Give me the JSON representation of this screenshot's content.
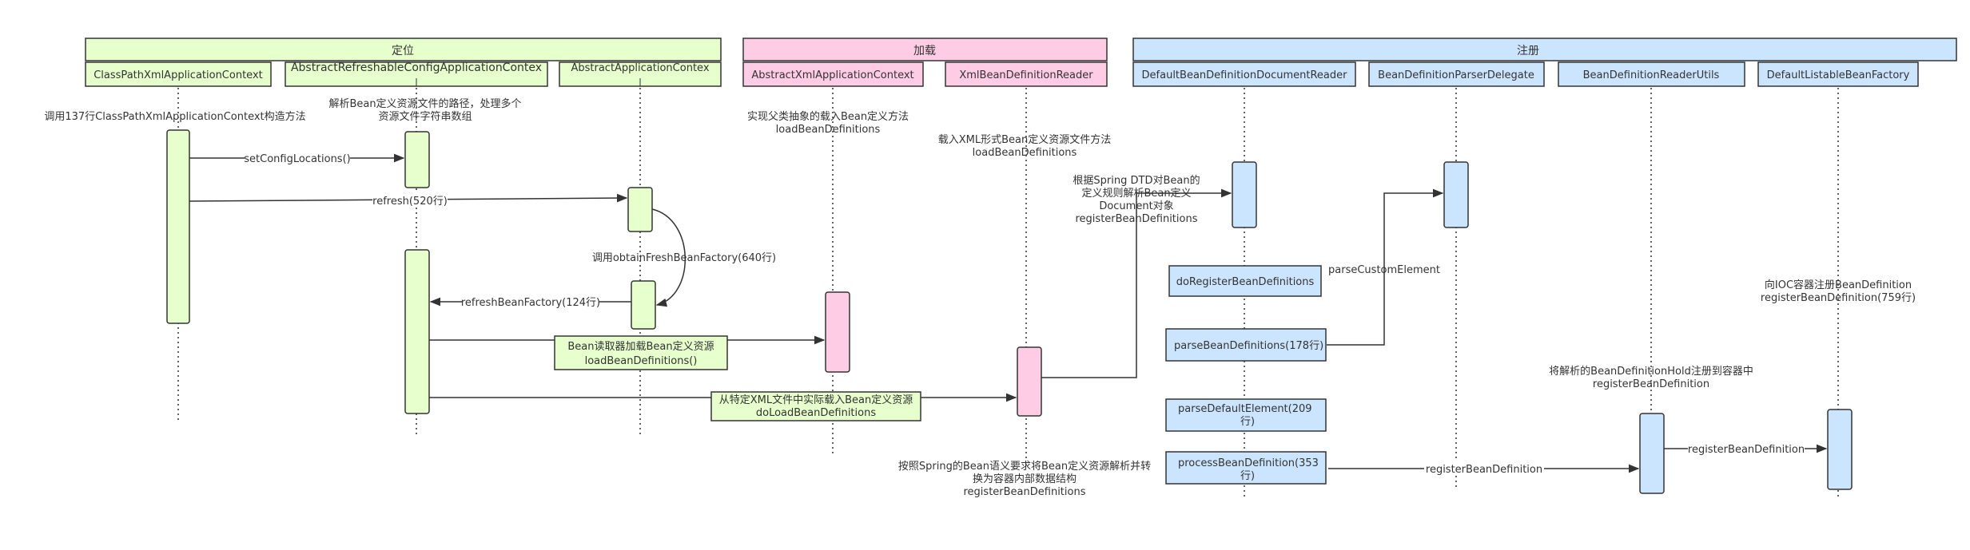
{
  "colors": {
    "green_fill": "#E6FFCC",
    "pink_fill": "#FFCCE6",
    "blue_fill": "#CCE5FF",
    "stroke": "#333333",
    "text": "#333333"
  },
  "groups": [
    {
      "id": "g1",
      "label": "定位"
    },
    {
      "id": "g2",
      "label": "加载"
    },
    {
      "id": "g3",
      "label": "注册"
    }
  ],
  "lifelines": [
    {
      "id": "L1",
      "label": "ClassPathXmlApplicationContext"
    },
    {
      "id": "L2",
      "label": "AbstractRefreshableConfigApplicationContex"
    },
    {
      "id": "L3",
      "label": "AbstractApplicationContex"
    },
    {
      "id": "L4",
      "label": "AbstractXmlApplicationContext"
    },
    {
      "id": "L5",
      "label": "XmlBeanDefinitionReader"
    },
    {
      "id": "L6",
      "label": "DefaultBeanDefinitionDocumentReader"
    },
    {
      "id": "L7",
      "label": "BeanDefinitionParserDelegate"
    },
    {
      "id": "L8",
      "label": "BeanDefinitionReaderUtils"
    },
    {
      "id": "L9",
      "label": "DefaultListableBeanFactory"
    }
  ],
  "messages": [
    {
      "id": "m1",
      "label": "setConfigLocations()"
    },
    {
      "id": "m2",
      "label": "refresh(520行)"
    },
    {
      "id": "m3",
      "label": "调用obtainFreshBeanFactory(640行)"
    },
    {
      "id": "m4",
      "label": "refreshBeanFactory(124行)"
    },
    {
      "id": "m5",
      "label": "parseCustomElement"
    },
    {
      "id": "m6",
      "label": "registerBeanDefinition"
    },
    {
      "id": "m7",
      "label": "registerBeanDefinition"
    }
  ],
  "boxed_messages": [
    {
      "id": "b1",
      "lines": [
        "Bean读取器加载Bean定义资源",
        "loadBeanDefinitions()"
      ]
    },
    {
      "id": "b2",
      "lines": [
        "从特定XML文件中实际载入Bean定义资源",
        "doLoadBeanDefinitions"
      ]
    }
  ],
  "notes": [
    {
      "id": "n1",
      "lines": [
        "调用137行ClassPathXmlApplicationContext构造方法"
      ]
    },
    {
      "id": "n2",
      "lines": [
        "解析Bean定义资源文件的路径，处理多个",
        "资源文件字符串数组"
      ]
    },
    {
      "id": "n3",
      "lines": [
        "实现父类抽象的载入Bean定义方法",
        "loadBeanDefinitions"
      ]
    },
    {
      "id": "n4",
      "lines": [
        "载入XML形式Bean定义资源文件方法",
        "loadBeanDefinitions"
      ]
    },
    {
      "id": "n5",
      "lines": [
        "根据Spring DTD对Bean的",
        "定义规则解析Bean定义",
        "Document对象",
        "registerBeanDefinitions"
      ]
    },
    {
      "id": "n6",
      "lines": [
        "按照Spring的Bean语义要求将Bean定义资源解析并转",
        "换为容器内部数据结构",
        "registerBeanDefinitions"
      ]
    },
    {
      "id": "n7",
      "lines": [
        "将解析的BeanDefinitionHold注册到容器中",
        "registerBeanDefinition"
      ]
    },
    {
      "id": "n8",
      "lines": [
        "向IOC容器注册BeanDefinition",
        "registerBeanDefinition(759行)"
      ]
    }
  ],
  "method_boxes": [
    {
      "id": "k1",
      "lines": [
        "doRegisterBeanDefinitions"
      ]
    },
    {
      "id": "k2",
      "lines": [
        "parseBeanDefinitions(178行)"
      ]
    },
    {
      "id": "k3",
      "lines": [
        "parseDefaultElement(209",
        "行)"
      ]
    },
    {
      "id": "k4",
      "lines": [
        "processBeanDefinition(353",
        "行)"
      ]
    }
  ]
}
